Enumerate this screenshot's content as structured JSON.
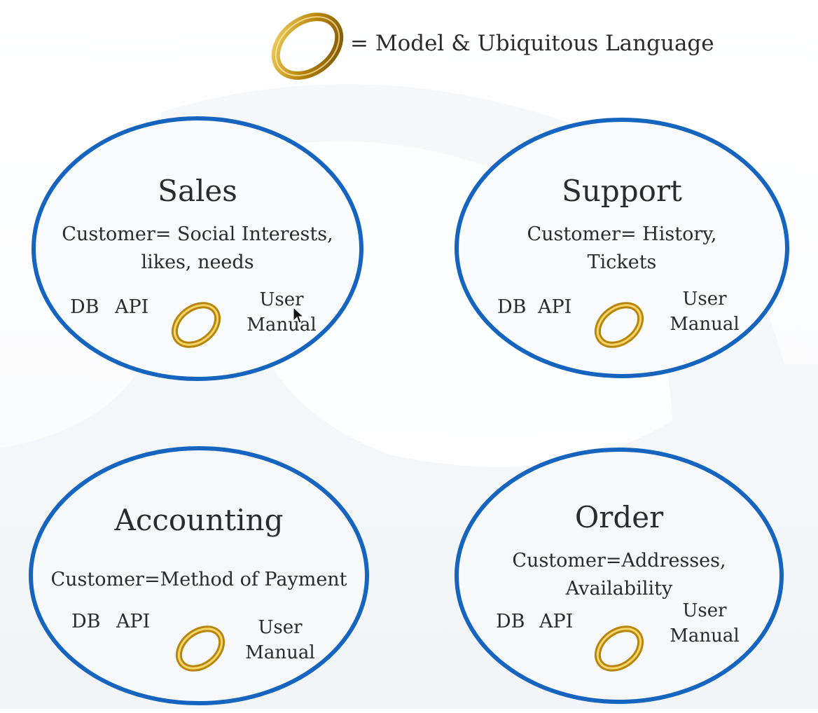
{
  "legend": {
    "text": "= Model & Ubiquitous Language"
  },
  "contexts": [
    {
      "title": "Sales",
      "desc_line1": "Customer= Social Interests,",
      "desc_line2": "likes, needs",
      "db": "DB",
      "api": "API",
      "um_line1": "User",
      "um_line2": "Manual"
    },
    {
      "title": "Support",
      "desc_line1": "Customer=  History,",
      "desc_line2": "Tickets",
      "db": "DB",
      "api": "API",
      "um_line1": "User",
      "um_line2": "Manual"
    },
    {
      "title": "Accounting",
      "desc_line1": "Customer=Method of Payment",
      "desc_line2": "",
      "db": "DB",
      "api": "API",
      "um_line1": "User",
      "um_line2": "Manual"
    },
    {
      "title": "Order",
      "desc_line1": "Customer=Addresses,",
      "desc_line2": "Availability",
      "db": "DB",
      "api": "API",
      "um_line1": "User",
      "um_line2": "Manual"
    }
  ],
  "colors": {
    "ellipse_stroke": "#1565c0",
    "gold": "#c99a1e"
  },
  "icons": {
    "ring": "gold-ring-icon",
    "cursor": "mouse-cursor-icon"
  }
}
